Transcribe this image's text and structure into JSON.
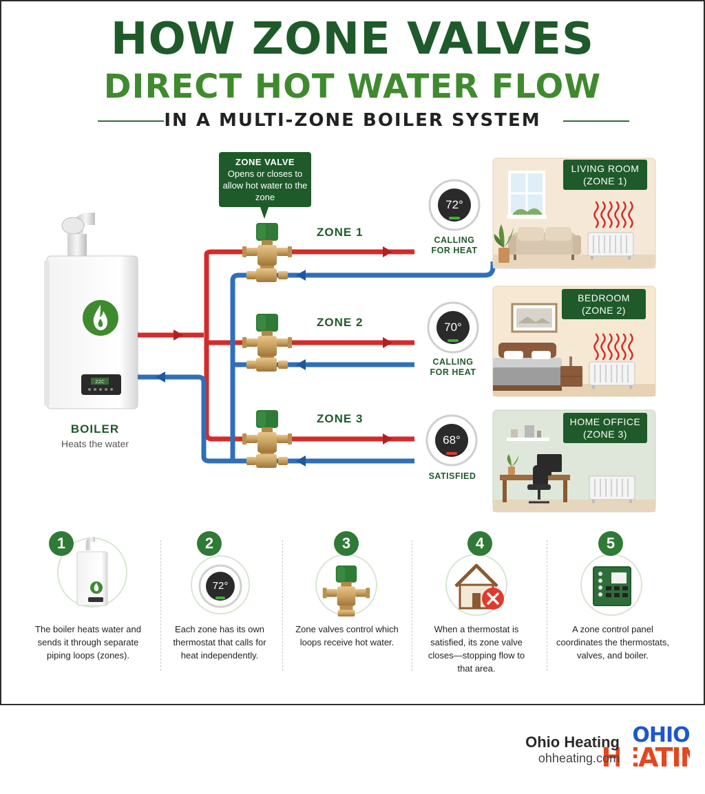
{
  "title": {
    "line1": "HOW ZONE VALVES",
    "line2": "DIRECT HOT WATER FLOW",
    "subtitle": "IN A MULTI-ZONE BOILER SYSTEM"
  },
  "callout": {
    "heading": "ZONE VALVE",
    "body": "Opens or closes to allow hot water to the zone"
  },
  "boiler": {
    "label": "BOILER",
    "caption": "Heats the water",
    "display_text": "22C"
  },
  "zones": [
    {
      "label": "ZONE 1",
      "temp": "72°",
      "status": "CALLING FOR HEAT",
      "room": "LIVING ROOM",
      "room_zone": "(ZONE 1)",
      "indicator_color": "#3fae3a"
    },
    {
      "label": "ZONE 2",
      "temp": "70°",
      "status": "CALLING FOR HEAT",
      "room": "BEDROOM",
      "room_zone": "(ZONE 2)",
      "indicator_color": "#3fae3a"
    },
    {
      "label": "ZONE 3",
      "temp": "68°",
      "status": "SATISFIED",
      "room": "HOME OFFICE",
      "room_zone": "(ZONE 3)",
      "indicator_color": "#e03a2f"
    }
  ],
  "steps": [
    {
      "num": "1",
      "text": "The boiler heats water and sends it through separate piping loops (zones)."
    },
    {
      "num": "2",
      "text": "Each zone has its own thermostat that calls for heat independently.",
      "temp": "72°"
    },
    {
      "num": "3",
      "text": "Zone valves control which loops receive hot water."
    },
    {
      "num": "4",
      "text": "When a thermostat is satisfied, its zone valve closes—stopping flow to that area."
    },
    {
      "num": "5",
      "text": "A zone control panel coordinates the thermostats, valves, and boiler."
    }
  ],
  "brand": {
    "name": "Ohio Heating",
    "url": "ohheating.com",
    "logo_text": "OHIO HEATING"
  },
  "colors": {
    "hot_pipe": "#d42b2b",
    "cold_pipe": "#2f6fb8",
    "brand_green": "#1f5a2a",
    "accent_green": "#3f8a2f"
  }
}
